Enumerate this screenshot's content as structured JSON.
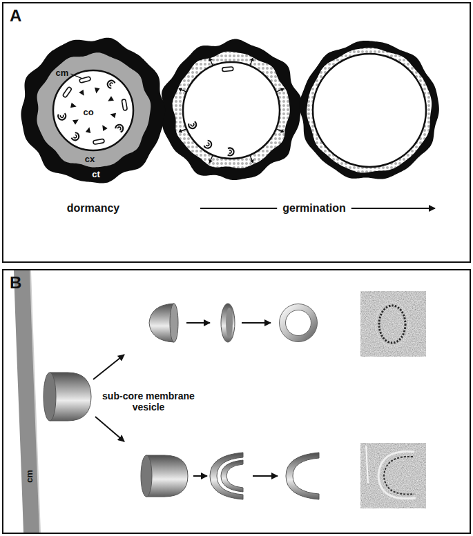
{
  "diagram": {
    "nodes": [
      {
        "text": [
          "A"
        ]
      },
      {
        "text": [
          "B"
        ]
      }
    ],
    "labels": [
      "cm",
      "co",
      "cx",
      "ct",
      "dormancy",
      "germination",
      "sub-core membrane vesicle",
      "cm"
    ]
  }
}
